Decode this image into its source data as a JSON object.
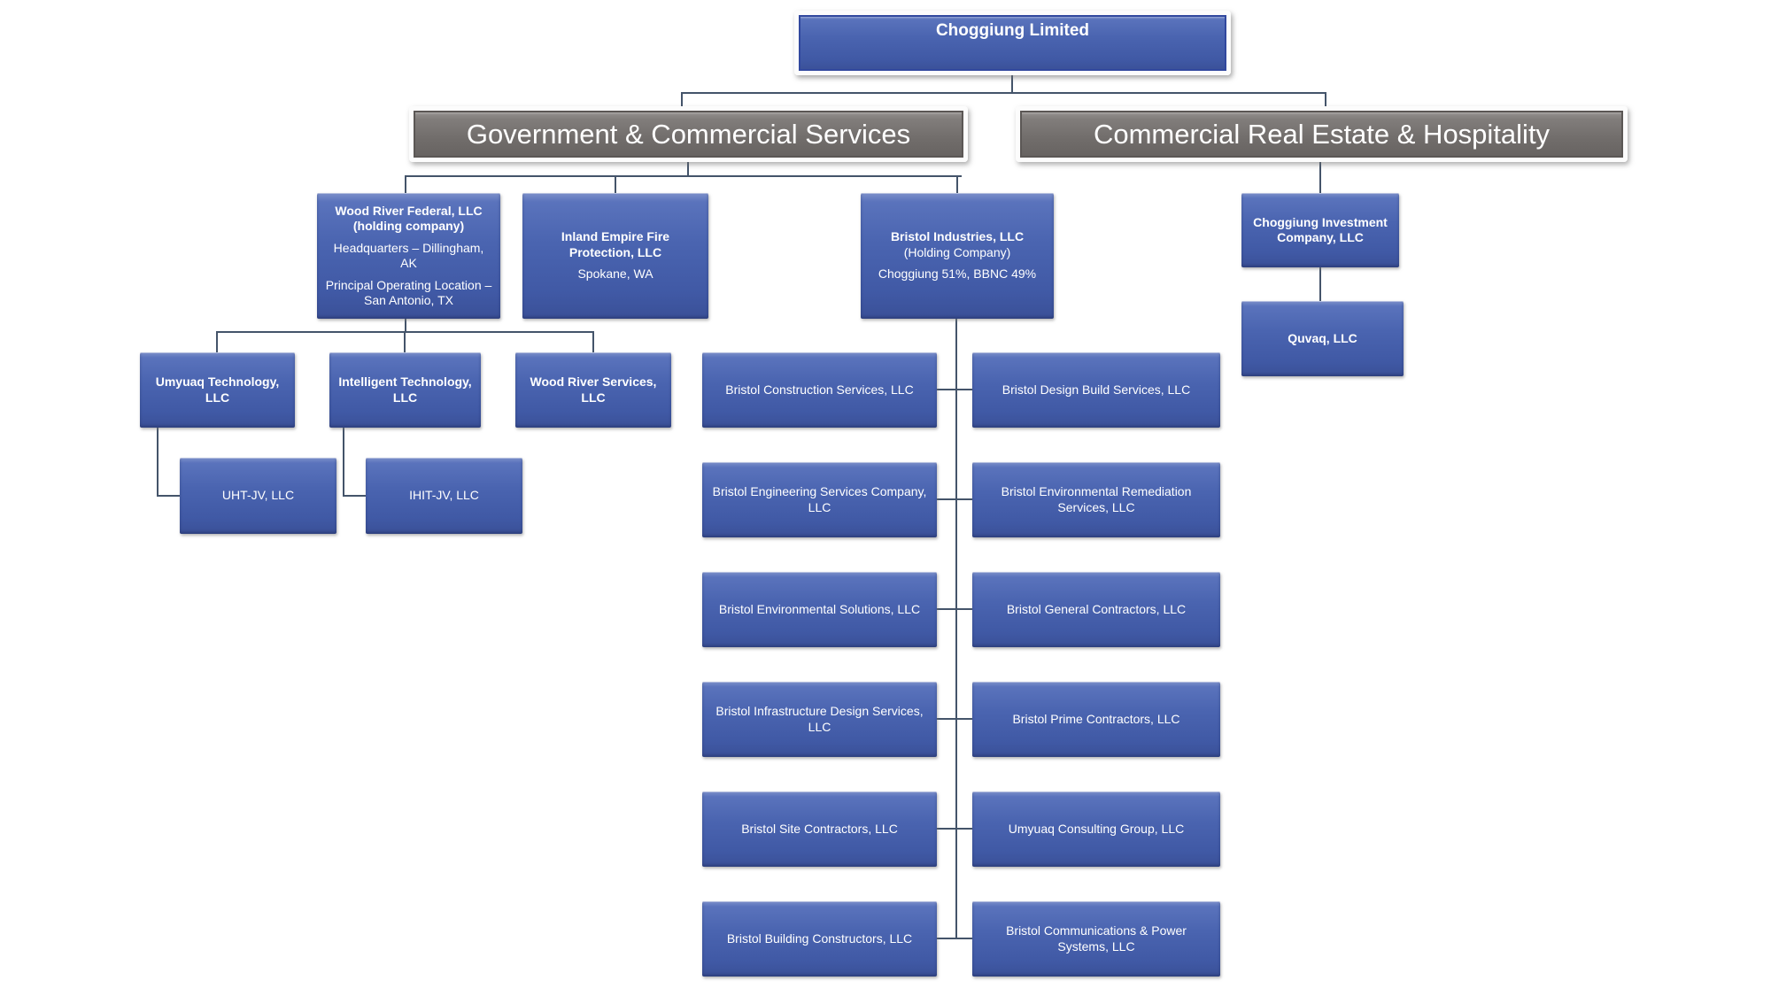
{
  "colors": {
    "background": "#ffffff",
    "node_blue_top": "#7d90ca",
    "node_blue_bottom": "#3a5097",
    "node_gray": "#716d6b",
    "connector": "#44546a",
    "text": "#ffffff"
  },
  "org_chart": {
    "root": {
      "name": "Choggiung Limited"
    },
    "divisions": {
      "government_commercial_services": {
        "label": "Government & Commercial Services"
      },
      "commercial_real_estate_hospitality": {
        "label": "Commercial Real Estate & Hospitality"
      }
    },
    "wood_river_federal": {
      "name": "Wood River Federal, LLC",
      "type": "(holding company)",
      "headquarters": "Headquarters – Dillingham, AK",
      "principal_location": "Principal Operating Location – San Antonio, TX"
    },
    "inland_empire": {
      "name": "Inland Empire Fire Protection, LLC",
      "location": "Spokane, WA"
    },
    "bristol_industries": {
      "name": "Bristol Industries, LLC",
      "type_suffix": " (Holding Company)",
      "ownership": "Choggiung 51%, BBNC 49%"
    },
    "choggiung_investment": {
      "name": "Choggiung Investment Company, LLC"
    },
    "quvaq": {
      "name": "Quvaq, LLC"
    },
    "wood_river_subsidiaries": {
      "umyuaq_technology": "Umyuaq Technology, LLC",
      "intelligent_technology": "Intelligent Technology, LLC",
      "wood_river_services": "Wood River Services, LLC",
      "uht_jv": "UHT-JV, LLC",
      "ihit_jv": "IHIT-JV, LLC"
    },
    "bristol_subsidiaries": {
      "left": [
        "Bristol Construction Services, LLC",
        "Bristol Engineering Services Company, LLC",
        "Bristol Environmental Solutions, LLC",
        "Bristol Infrastructure Design Services, LLC",
        "Bristol Site Contractors, LLC",
        "Bristol Building Constructors, LLC"
      ],
      "right": [
        "Bristol Design Build Services, LLC",
        "Bristol Environmental Remediation Services, LLC",
        "Bristol General Contractors, LLC",
        "Bristol Prime Contractors, LLC",
        "Umyuaq Consulting Group, LLC",
        "Bristol Communications & Power Systems, LLC"
      ]
    }
  }
}
